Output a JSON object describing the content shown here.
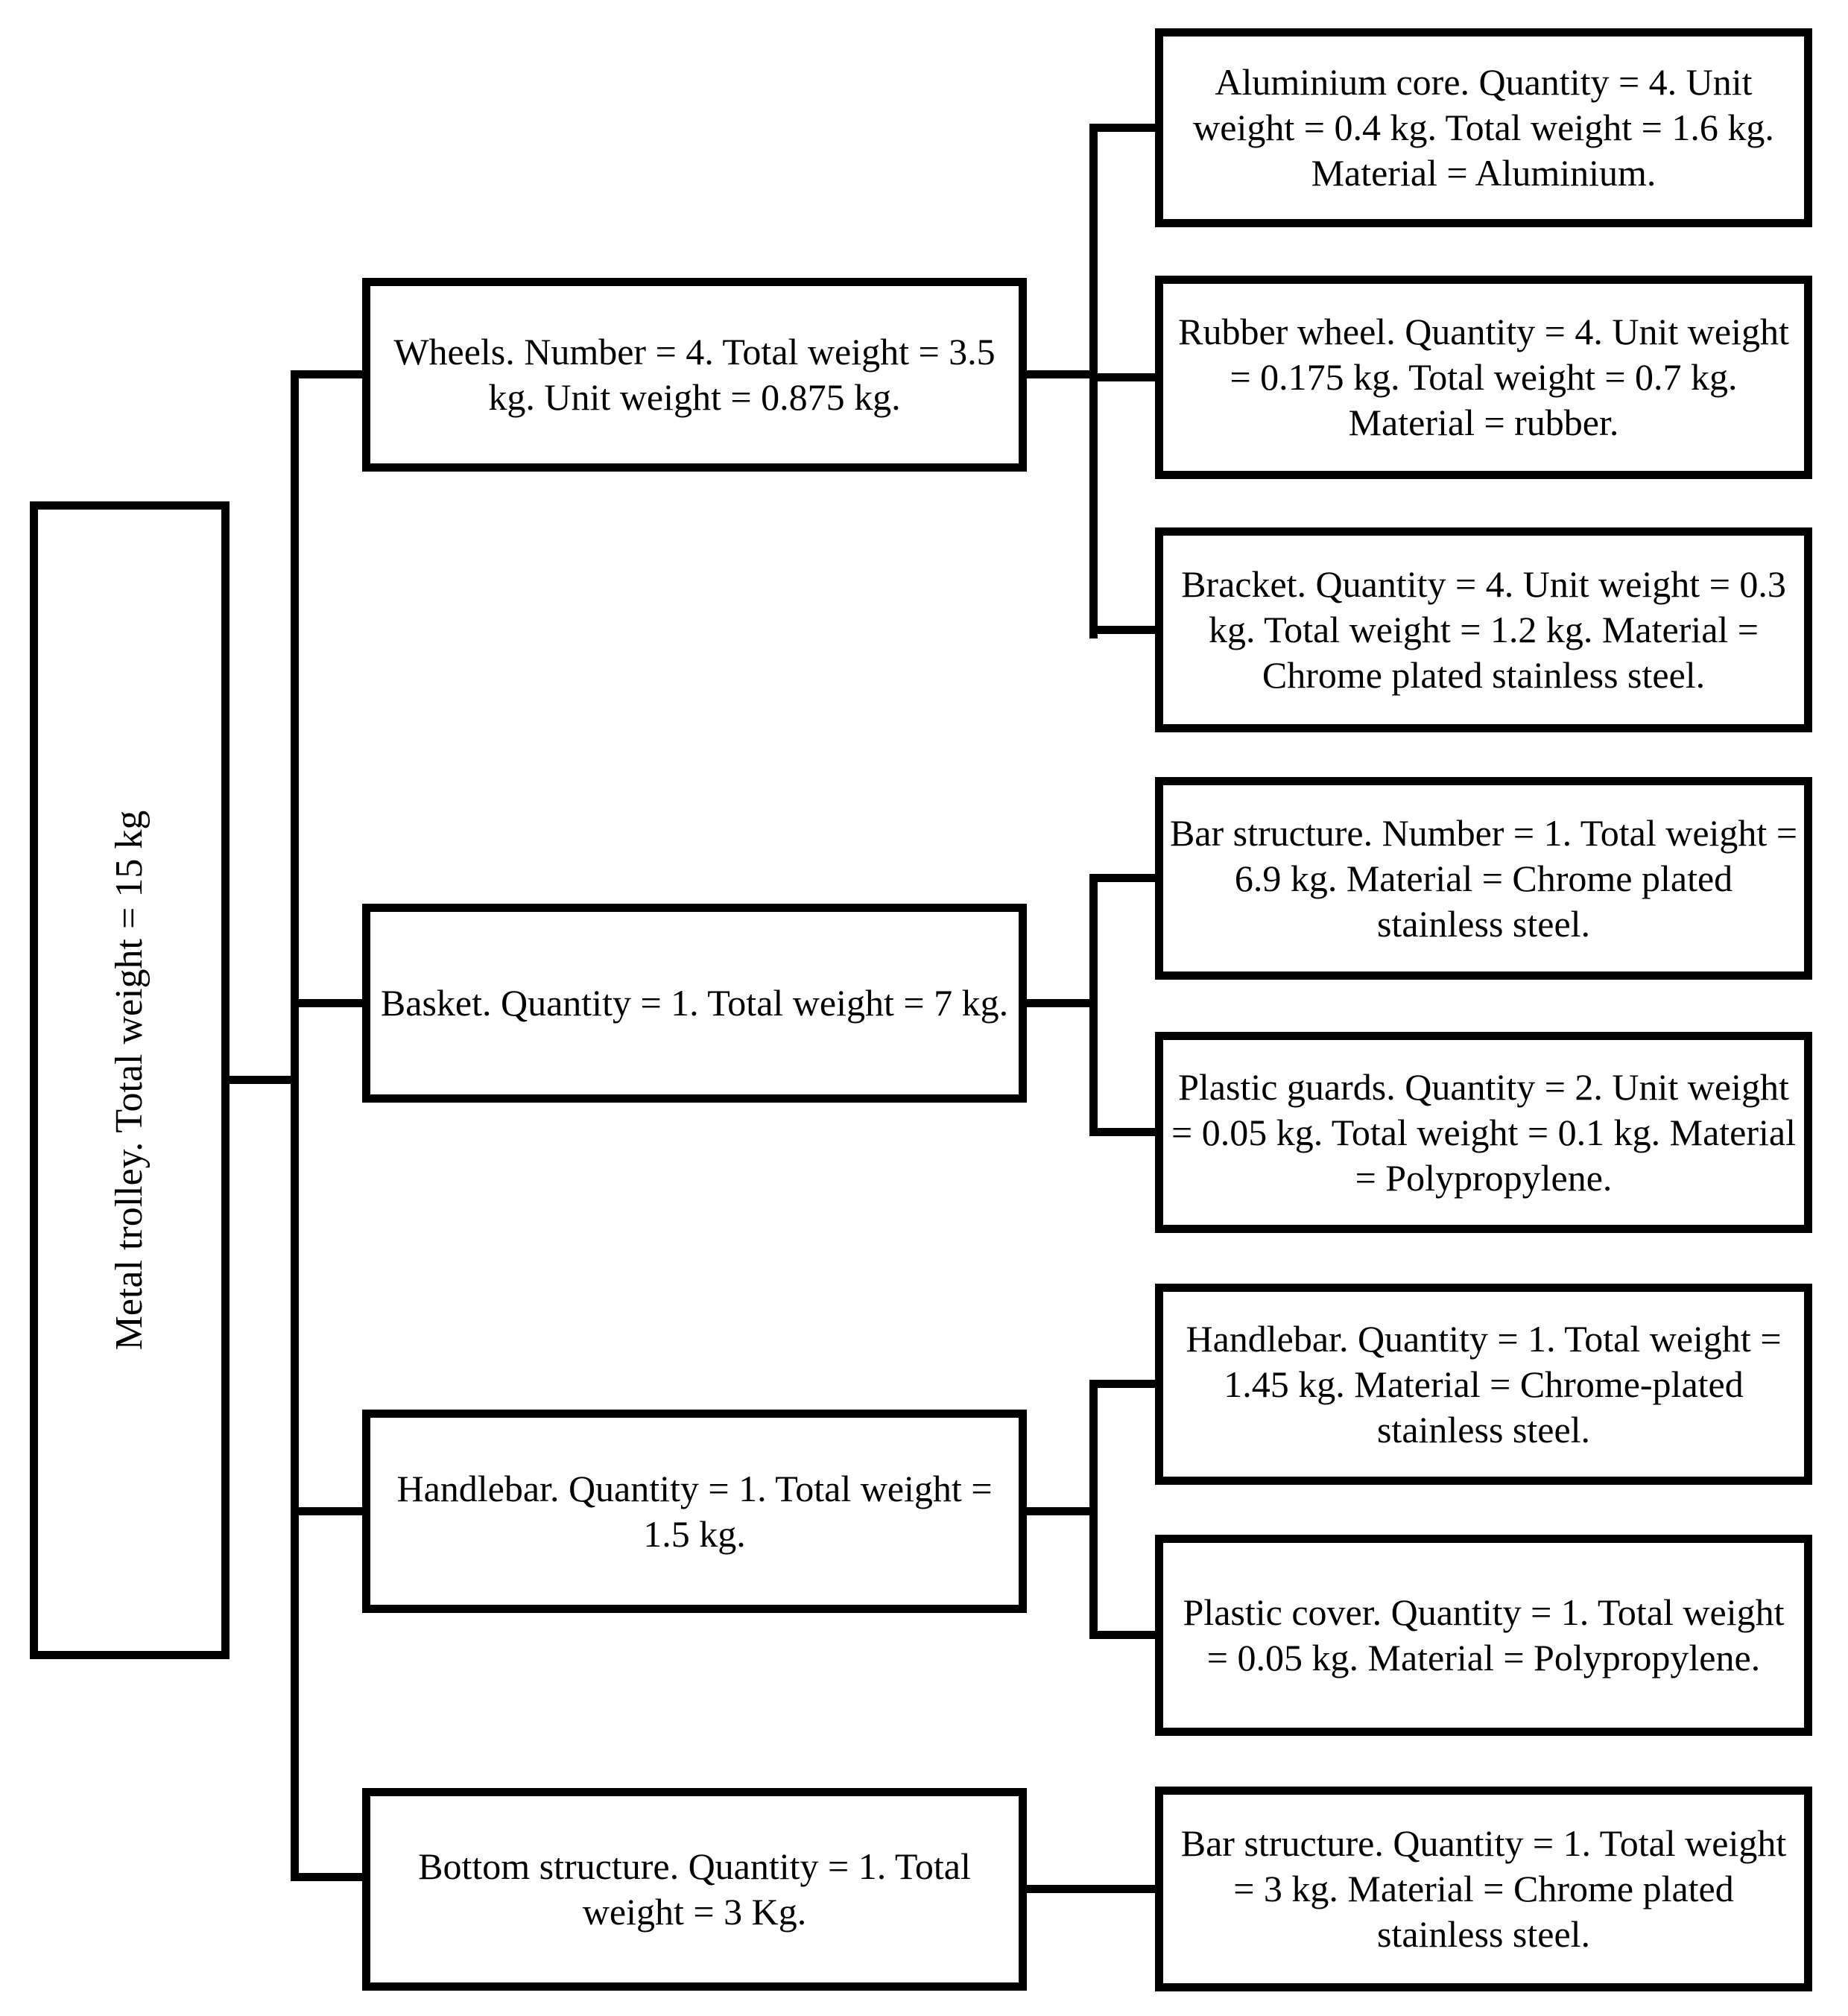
{
  "diagram": {
    "type": "tree",
    "description": "Bill-of-materials breakdown diagram of a metal trolley, three levels, connected by black elbow connectors",
    "colors": {
      "line": "#000000",
      "box_border": "#000000",
      "box_background": "#ffffff",
      "text": "#000000"
    }
  },
  "nodes": {
    "root": {
      "label": "Metal trolley. Total weight = 15 kg"
    },
    "wheels": {
      "label": "Wheels. Number = 4. Total weight = 3.5 kg. Unit weight = 0.875 kg."
    },
    "aluminium_core": {
      "label": "Aluminium core. Quantity = 4. Unit weight = 0.4 kg. Total weight = 1.6 kg. Material = Aluminium."
    },
    "rubber_wheel": {
      "label": "Rubber wheel. Quantity = 4. Unit weight = 0.175 kg. Total weight = 0.7 kg. Material = rubber."
    },
    "bracket": {
      "label": "Bracket. Quantity = 4. Unit weight = 0.3 kg. Total weight = 1.2 kg. Material = Chrome plated stainless steel."
    },
    "basket": {
      "label": "Basket. Quantity = 1. Total weight = 7 kg."
    },
    "basket_bar_structure": {
      "label": "Bar structure. Number = 1. Total weight = 6.9 kg. Material = Chrome plated stainless steel."
    },
    "plastic_guards": {
      "label": "Plastic guards. Quantity = 2. Unit weight = 0.05 kg. Total weight = 0.1 kg. Material = Polypropylene."
    },
    "handlebar": {
      "label": "Handlebar. Quantity = 1. Total weight = 1.5 kg."
    },
    "handlebar_bar": {
      "label": "Handlebar. Quantity = 1. Total weight = 1.45 kg. Material = Chrome-plated stainless steel."
    },
    "plastic_cover": {
      "label": "Plastic cover. Quantity = 1. Total weight = 0.05 kg. Material = Polypropylene."
    },
    "bottom_structure": {
      "label": "Bottom structure. Quantity = 1. Total weight = 3 Kg."
    },
    "bottom_bar_structure": {
      "label": "Bar structure. Quantity = 1. Total weight = 3 kg. Material = Chrome plated stainless steel."
    }
  }
}
